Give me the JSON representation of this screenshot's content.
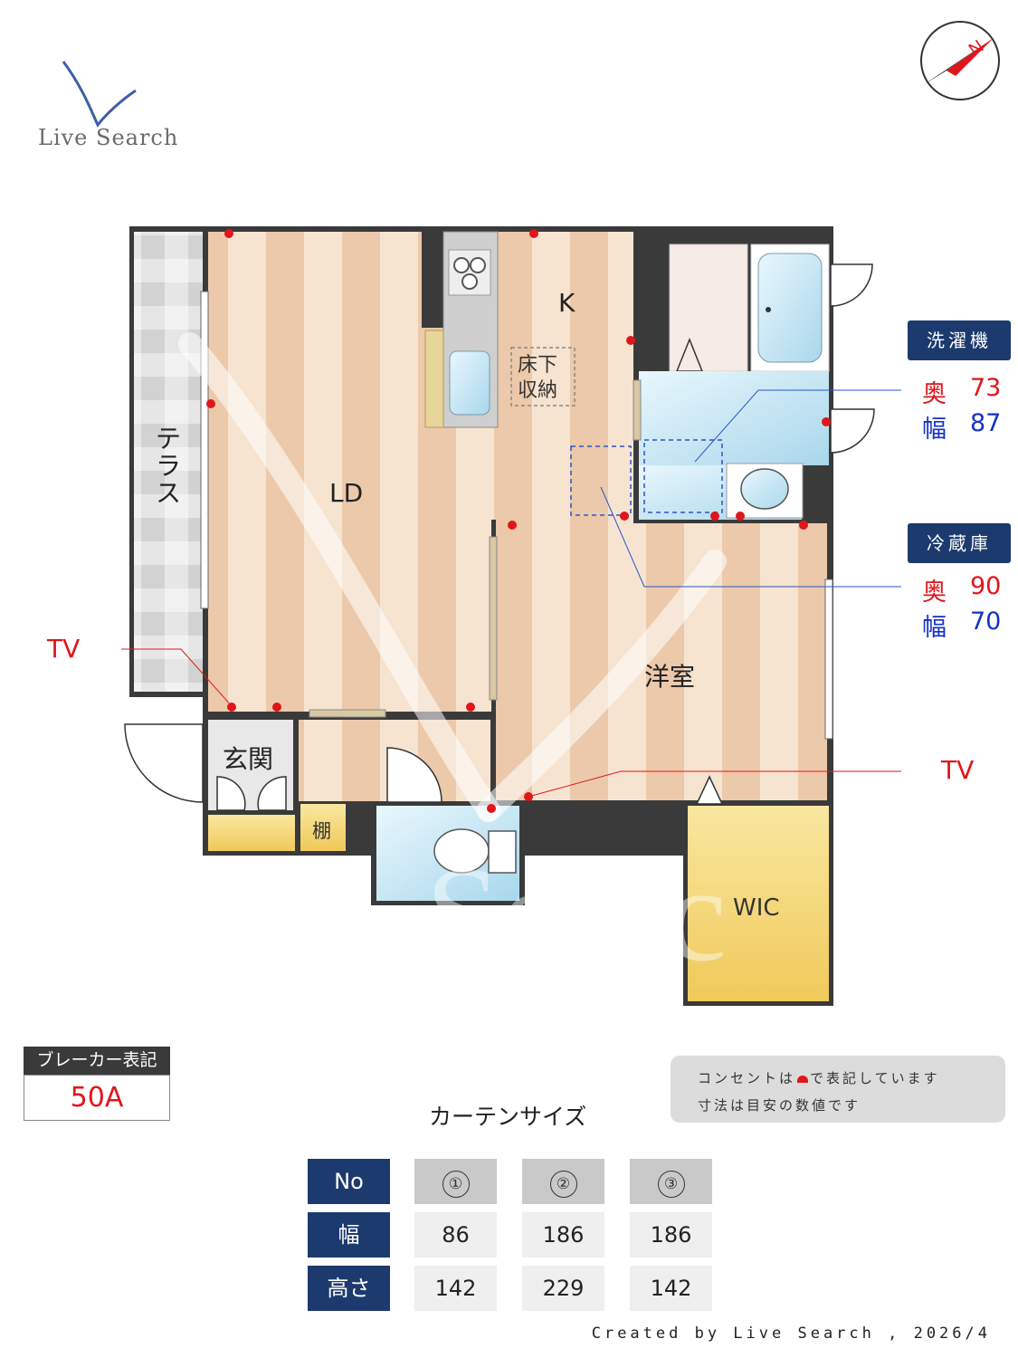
{
  "brand": {
    "logo_text": "Live Search"
  },
  "plan": {
    "rooms": {
      "terrace": "テラス",
      "ld": "LD",
      "kitchen": "K",
      "underfloor_line1": "床下",
      "underfloor_line2": "収納",
      "western_room": "洋室",
      "entrance": "玄関",
      "shelf": "棚",
      "wic": "WIC"
    },
    "tv_label_left": "TV",
    "tv_label_right": "TV"
  },
  "washer": {
    "title": "洗濯機",
    "depth_label": "奥",
    "depth_value": "73",
    "width_label": "幅",
    "width_value": "87"
  },
  "fridge": {
    "title": "冷蔵庫",
    "depth_label": "奥",
    "depth_value": "90",
    "width_label": "幅",
    "width_value": "70"
  },
  "breaker": {
    "label": "ブレーカー表記",
    "value": "50A"
  },
  "notes": {
    "line1_before": "コンセントは",
    "line1_after": "で表記しています",
    "line2": "寸法は目安の数値です"
  },
  "curtain": {
    "title": "カーテンサイズ",
    "header": [
      "No",
      "①",
      "②",
      "③"
    ],
    "rows": [
      {
        "label": "幅",
        "values": [
          "86",
          "186",
          "186"
        ]
      },
      {
        "label": "高さ",
        "values": [
          "142",
          "229",
          "142"
        ]
      }
    ]
  },
  "footer": {
    "credit": "Created by Live Search , 2026/4"
  },
  "colors": {
    "navy": "#1d3a6e",
    "outlet_red": "#e0161b",
    "wall": "#3a3a3a",
    "floor_stripe_a": "#f5e3cf",
    "floor_stripe_b": "#ebc9ab",
    "water_blue": "#cfe9f4",
    "closet_yellow": "#f6d878"
  }
}
